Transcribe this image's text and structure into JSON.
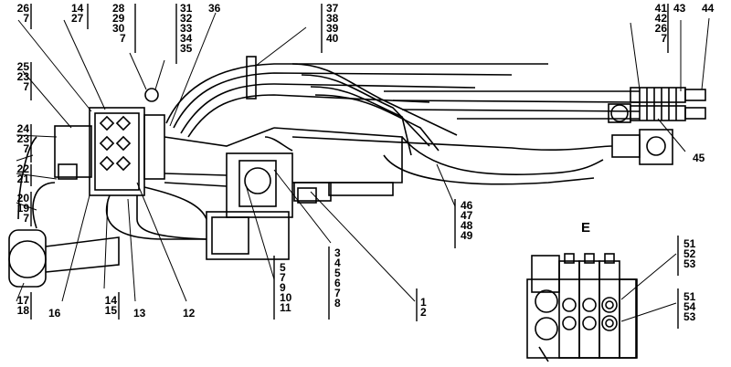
{
  "view_label": "E",
  "top_callouts": [
    [
      "26",
      "7"
    ],
    [
      "14",
      "27"
    ],
    [
      "28",
      "29",
      "30",
      "7"
    ],
    [
      "31",
      "32",
      "33",
      "34",
      "35"
    ],
    [
      "36"
    ],
    [
      "37",
      "38",
      "39",
      "40"
    ],
    [
      "41",
      "42",
      "26",
      "7"
    ],
    [
      "43"
    ],
    [
      "44"
    ]
  ],
  "left_callouts": [
    [
      "25",
      "23",
      "7"
    ],
    [
      "24",
      "23",
      "7"
    ],
    [
      "22",
      "21"
    ],
    [
      "20",
      "19",
      "7"
    ],
    [
      "17",
      "18"
    ]
  ],
  "bottom_callouts": [
    [
      "16"
    ],
    [
      "14",
      "15"
    ],
    [
      "13"
    ],
    [
      "12"
    ],
    [
      "5",
      "7",
      "9",
      "10",
      "11"
    ],
    [
      "3",
      "4",
      "5",
      "6",
      "7",
      "8"
    ],
    [
      "1",
      "2"
    ]
  ],
  "right_callouts": [
    [
      "45"
    ],
    [
      "46",
      "47",
      "48",
      "49"
    ],
    [
      "51",
      "52",
      "53"
    ],
    [
      "51",
      "54",
      "53"
    ]
  ]
}
